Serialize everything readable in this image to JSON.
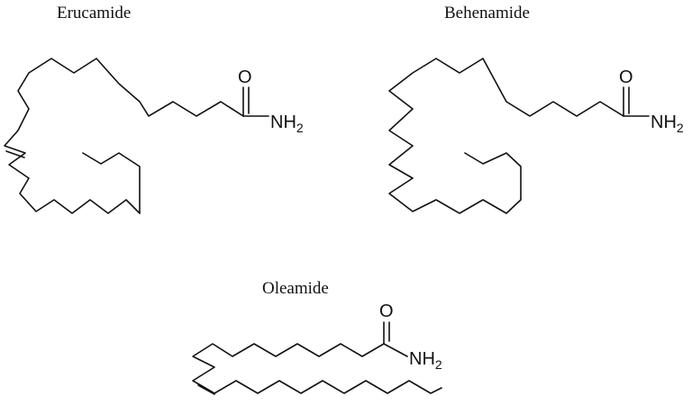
{
  "molecules": [
    {
      "name": "Erucamide",
      "oxygen": "O",
      "amide_group": "NH",
      "amide_sub": "2"
    },
    {
      "name": "Behenamide",
      "oxygen": "O",
      "amide_group": "NH",
      "amide_sub": "2"
    },
    {
      "name": "Oleamide",
      "oxygen": "O",
      "amide_group": "NH",
      "amide_sub": "2"
    }
  ]
}
